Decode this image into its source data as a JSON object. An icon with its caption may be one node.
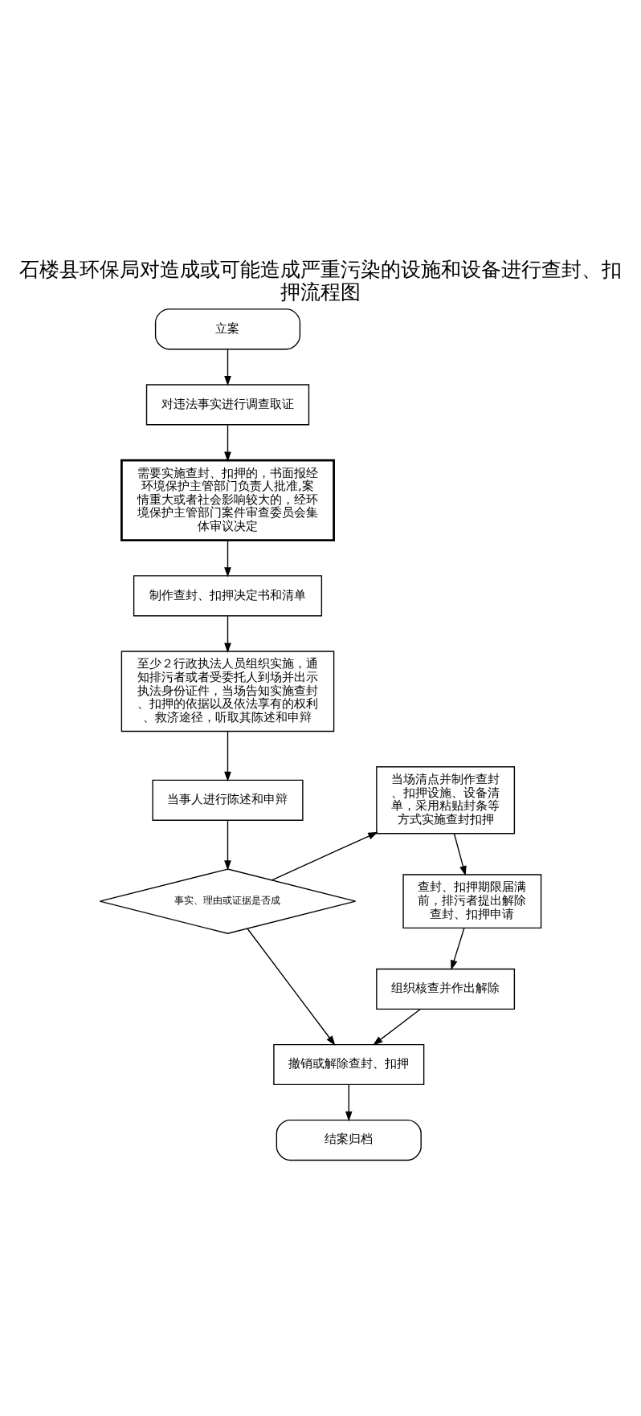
{
  "diagram": {
    "title": "石楼县环保局对造成或可能造成严重污染的设施和设备进行查封、扣押流程图",
    "nodes": [
      {
        "text": [
          "立案"
        ]
      },
      {
        "text": [
          "对违法事实进行调查取证"
        ]
      },
      {
        "text": [
          "需要实施查封、扣押的，书面报经环境保护主管部门负责人批准,案情重大或者社会影响较大的，经环境保护主管部门案件审查委员会集体审议决定"
        ]
      },
      {
        "text": [
          "制作查封、扣押决定书和清单"
        ]
      },
      {
        "text": [
          "至少２行政执法人员组织实施，通知排污者或者受委托人到场并出示执法身份证件，当场告知实施查封、扣押的依据以及依法享有的权利、救济途径，听取其陈述和申辩"
        ]
      },
      {
        "text": [
          "当事人进行陈述和申辩"
        ]
      },
      {
        "text": [
          "事实、理由或证据是否成"
        ]
      },
      {
        "text": [
          "当场清点并制作查封、扣押设施、设备清单，采用粘贴封条等方式实施查封扣押"
        ]
      },
      {
        "text": [
          "查封、扣押期限届满前，排污者提出解除查封、扣押申请"
        ]
      },
      {
        "text": [
          "组织核查并作出解除"
        ]
      },
      {
        "text": [
          "撤销或解除查封、扣押"
        ]
      },
      {
        "text": [
          "结案归档"
        ]
      }
    ],
    "edges": [
      {
        "from": 0,
        "to": 1,
        "arrow": "to"
      },
      {
        "from": 1,
        "to": 2,
        "arrow": "to"
      },
      {
        "from": 2,
        "to": 3,
        "arrow": "to"
      },
      {
        "from": 3,
        "to": 4,
        "arrow": "to"
      },
      {
        "from": 4,
        "to": 5,
        "arrow": "to"
      },
      {
        "from": 5,
        "to": 6,
        "arrow": "to"
      },
      {
        "from": 6,
        "to": 7,
        "arrow": "to"
      },
      {
        "from": 6,
        "to": 10,
        "arrow": "to"
      },
      {
        "from": 7,
        "to": 8,
        "arrow": "to"
      },
      {
        "from": 8,
        "to": 9,
        "arrow": "to"
      },
      {
        "from": 9,
        "to": 10,
        "arrow": "to"
      },
      {
        "from": 10,
        "to": 11,
        "arrow": "to"
      }
    ]
  }
}
